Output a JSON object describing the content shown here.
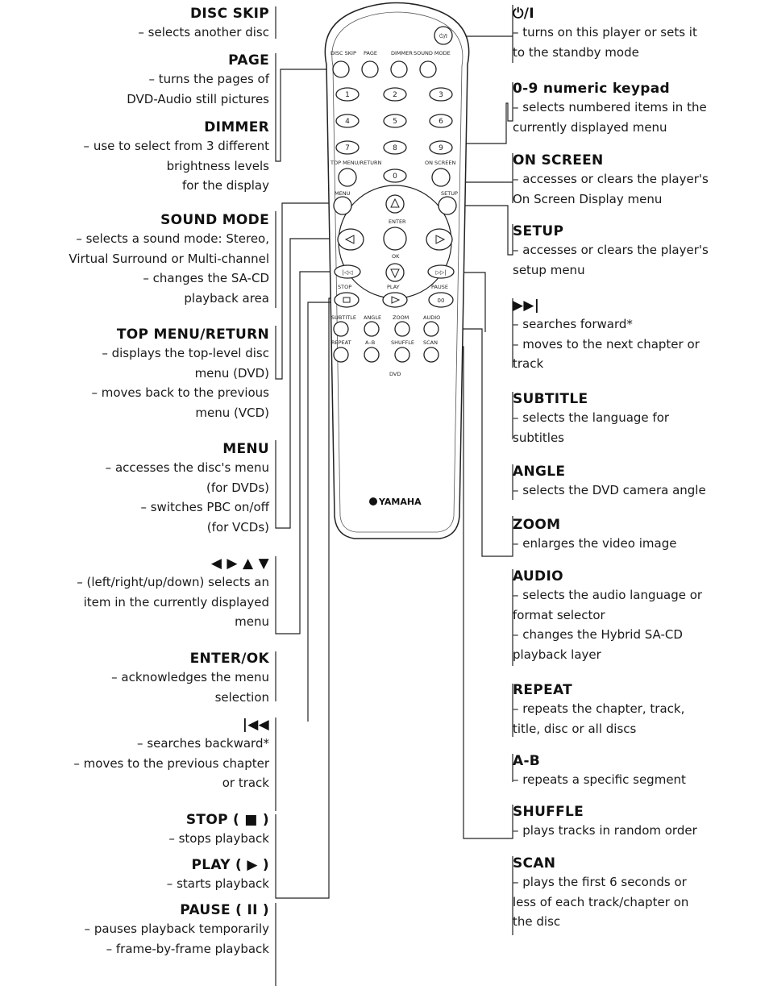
{
  "left": [
    {
      "title": "DISC SKIP",
      "desc": [
        "– selects another disc"
      ]
    },
    {
      "title": "PAGE",
      "desc": [
        "– turns the pages of",
        "DVD-Audio still pictures"
      ]
    },
    {
      "title": "DIMMER",
      "desc": [
        "– use to select from 3 different",
        "brightness levels",
        "for the display"
      ]
    },
    {
      "title": "SOUND MODE",
      "desc": [
        "– selects a sound mode: Stereo,",
        "Virtual Surround or Multi-channel",
        "– changes the SA-CD",
        "playback area"
      ]
    },
    {
      "title": "TOP MENU/RETURN",
      "desc": [
        "– displays the top-level disc",
        "menu (DVD)",
        "– moves back to the previous",
        "menu (VCD)"
      ]
    },
    {
      "title": "MENU",
      "desc": [
        "– accesses the disc's menu",
        "(for DVDs)",
        "– switches PBC on/off",
        "(for VCDs)"
      ]
    },
    {
      "title": "◀ ▶ ▲ ▼",
      "desc": [
        "– (left/right/up/down) selects an",
        "item in the currently displayed",
        "menu"
      ]
    },
    {
      "title": "ENTER/OK",
      "desc": [
        "– acknowledges the menu",
        "selection"
      ]
    },
    {
      "title": "|◀◀",
      "desc": [
        "– searches backward*",
        "– moves to the previous chapter",
        "or track"
      ]
    },
    {
      "title": "STOP ( ■ )",
      "desc": [
        "– stops playback"
      ]
    },
    {
      "title": "PLAY ( ▶ )",
      "desc": [
        "– starts playback"
      ]
    },
    {
      "title": "PAUSE ( II )",
      "desc": [
        "– pauses playback temporarily",
        "– frame-by-frame playback"
      ]
    }
  ],
  "right": [
    {
      "title": "⏻/I",
      "desc": [
        "– turns on this player or sets it",
        "to the standby mode"
      ]
    },
    {
      "title": "0-9 numeric keypad",
      "desc": [
        "– selects numbered items in the",
        "currently displayed menu"
      ]
    },
    {
      "title": "ON SCREEN",
      "desc": [
        "– accesses or clears the player's",
        "On Screen Display menu"
      ]
    },
    {
      "title": "SETUP",
      "desc": [
        "– accesses or clears the player's",
        "setup menu"
      ]
    },
    {
      "title": "▶▶|",
      "desc": [
        "– searches forward*",
        "– moves to the next chapter or",
        "track"
      ]
    },
    {
      "title": "SUBTITLE",
      "desc": [
        "– selects the language for",
        "subtitles"
      ]
    },
    {
      "title": "ANGLE",
      "desc": [
        "– selects the DVD camera angle"
      ]
    },
    {
      "title": "ZOOM",
      "desc": [
        "– enlarges the video image"
      ]
    },
    {
      "title": "AUDIO",
      "desc": [
        "– selects the audio language or",
        "format selector",
        "– changes the Hybrid SA-CD",
        "playback layer"
      ]
    },
    {
      "title": "REPEAT",
      "desc": [
        "– repeats the chapter, track,",
        "title, disc or all discs"
      ]
    },
    {
      "title": "A-B",
      "desc": [
        "– repeats a specific segment"
      ]
    },
    {
      "title": "SHUFFLE",
      "desc": [
        "– plays tracks in random order"
      ]
    },
    {
      "title": "SCAN",
      "desc": [
        "– plays the first 6 seconds or",
        "less of each track/chapter on",
        "the disc"
      ]
    }
  ],
  "remote": {
    "power": "⏻/I",
    "top_labels": [
      "DISC SKIP",
      "PAGE",
      "DIMMER",
      "SOUND MODE"
    ],
    "digits": [
      "1",
      "2",
      "3",
      "4",
      "5",
      "6",
      "7",
      "8",
      "9",
      "0"
    ],
    "top_menu_label": "TOP MENU/RETURN",
    "on_screen_label": "ON SCREEN",
    "menu_label": "MENU",
    "setup_label": "SETUP",
    "enter_label": "ENTER",
    "ok_label": "OK",
    "stop_label": "STOP",
    "play_label": "PLAY",
    "pause_label": "PAUSE",
    "row_a": [
      "SUBTITLE",
      "ANGLE",
      "ZOOM",
      "AUDIO"
    ],
    "row_b": [
      "REPEAT",
      "A–B",
      "SHUFFLE",
      "SCAN"
    ],
    "dvd": "DVD",
    "brand": "YAMAHA"
  }
}
